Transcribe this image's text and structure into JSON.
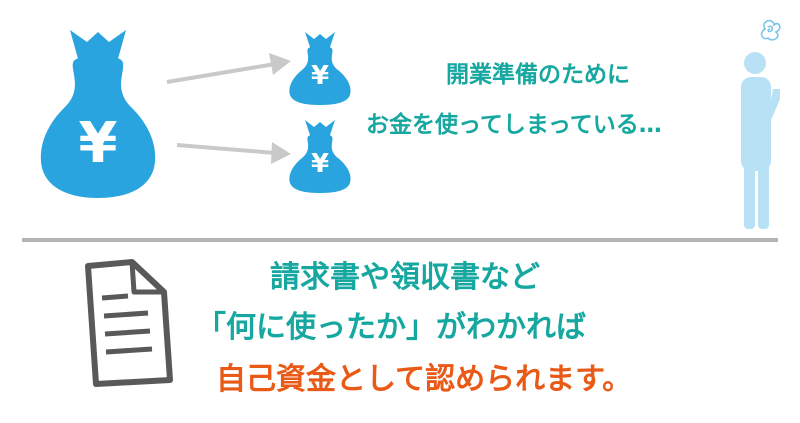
{
  "colors": {
    "bag": "#2aa4df",
    "teal_text": "#16a7a0",
    "orange_text": "#ea5a17",
    "arrow": "#c9c9c9",
    "divider": "#b5b5b5",
    "person": "#b9e1f5",
    "document": "#595959"
  },
  "icons": {
    "large_bag": "money-bag-yen-icon",
    "small_bag_top": "money-bag-yen-icon",
    "small_bag_bottom": "money-bag-yen-icon",
    "person": "worried-person-icon",
    "document": "document-icon"
  },
  "bag_symbol": "¥",
  "top_message": {
    "line1": "開業準備のために",
    "line2": "お金を使ってしまっている…"
  },
  "bottom_message": {
    "line1": "請求書や領収書など",
    "line2": "「何に使ったか」がわかれば",
    "line3": "自己資金として認められます。"
  }
}
